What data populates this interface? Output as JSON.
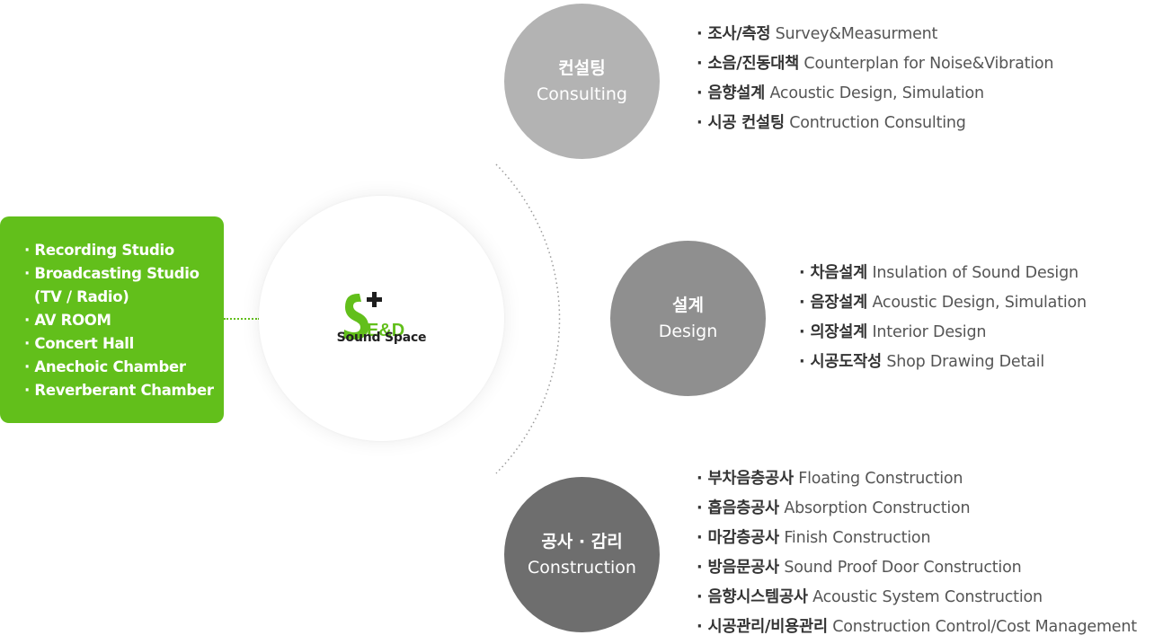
{
  "facilities": [
    "· Recording Studio",
    "· Broadcasting Studio",
    "  (TV / Radio)",
    "· AV ROOM",
    "· Concert Hall",
    "· Anechoic Chamber",
    "· Reverberant Chamber"
  ],
  "logo": {
    "mark": "E&D",
    "plus": "+",
    "caption": "Sound Space"
  },
  "colors": {
    "green": "#62bf1b",
    "consulting": "#b3b3b3",
    "design": "#8f8f8f",
    "construction": "#6e6e6e"
  },
  "services": [
    {
      "title_ko": "컨설팅",
      "title_en": "Consulting",
      "items": [
        {
          "ko": "조사/측정",
          "en": "Survey&Measurment"
        },
        {
          "ko": "소음/진동대책",
          "en": "Counterplan for Noise&Vibration"
        },
        {
          "ko": "음향설계",
          "en": "Acoustic Design, Simulation"
        },
        {
          "ko": "시공 컨설팅",
          "en": "Contruction Consulting"
        }
      ]
    },
    {
      "title_ko": "설계",
      "title_en": "Design",
      "items": [
        {
          "ko": "차음설계",
          "en": "Insulation of Sound Design"
        },
        {
          "ko": "음장설계",
          "en": "Acoustic Design, Simulation"
        },
        {
          "ko": "의장설계",
          "en": "Interior Design"
        },
        {
          "ko": "시공도작성",
          "en": "Shop Drawing Detail"
        }
      ]
    },
    {
      "title_ko": "공사 · 감리",
      "title_en": "Construction",
      "items": [
        {
          "ko": "부차음층공사",
          "en": "Floating Construction"
        },
        {
          "ko": "흡음층공사",
          "en": "Absorption Construction"
        },
        {
          "ko": "마감층공사",
          "en": "Finish Construction"
        },
        {
          "ko": "방음문공사",
          "en": "Sound Proof Door Construction"
        },
        {
          "ko": "음향시스템공사",
          "en": "Acoustic System Construction"
        },
        {
          "ko": "시공관리/비용관리",
          "en": "Construction Control/Cost Management"
        }
      ]
    }
  ]
}
